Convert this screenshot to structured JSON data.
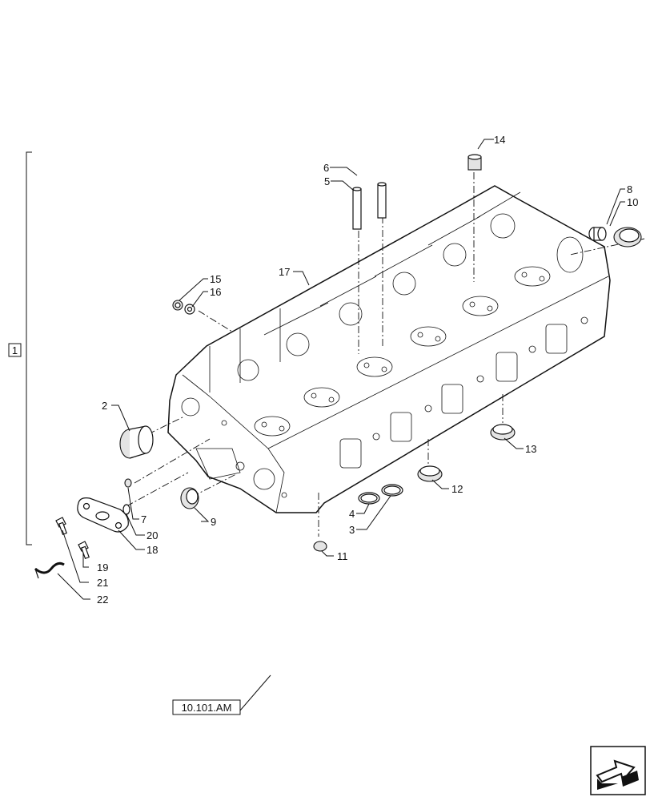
{
  "assembly": {
    "bracket_label": "1"
  },
  "reference": {
    "label": "10.101.AM"
  },
  "nav": {
    "icon": "next-page-arrow-icon"
  },
  "callouts": {
    "c2": "2",
    "c3": "3",
    "c4": "4",
    "c5": "5",
    "c6": "6",
    "c7": "7",
    "c8": "8",
    "c9": "9",
    "c10": "10",
    "c11": "11",
    "c12": "12",
    "c13": "13",
    "c14": "14",
    "c15": "15",
    "c16": "16",
    "c17": "17",
    "c18": "18",
    "c19": "19",
    "c20": "20",
    "c21": "21",
    "c22": "22"
  }
}
